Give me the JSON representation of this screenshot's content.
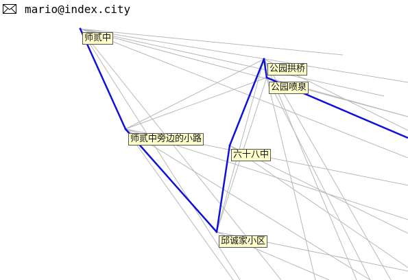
{
  "header": {
    "email": "mario@index.city",
    "icon": "envelope-icon"
  },
  "colors": {
    "route": "#1010dd",
    "connection": "#b8b8b8",
    "label_bg": "#ffffcc",
    "label_border": "#555555"
  },
  "route": {
    "stops": [
      "师贰中",
      "师贰中旁边的小路",
      "邱诚家小区",
      "六十八中",
      "公园拱桥",
      "公园喷泉"
    ]
  },
  "labels": [
    {
      "id": "shierzhong",
      "text": "师贰中"
    },
    {
      "id": "gongyuan-gongqiao",
      "text": "公园拱桥"
    },
    {
      "id": "gongyuan-penquan",
      "text": "公园喷泉"
    },
    {
      "id": "shierzhong-xiaolu",
      "text": "师贰中旁边的小路"
    },
    {
      "id": "liushibazhong",
      "text": "六十八中"
    },
    {
      "id": "qiuchengjia",
      "text": "邱诚家小区"
    }
  ]
}
